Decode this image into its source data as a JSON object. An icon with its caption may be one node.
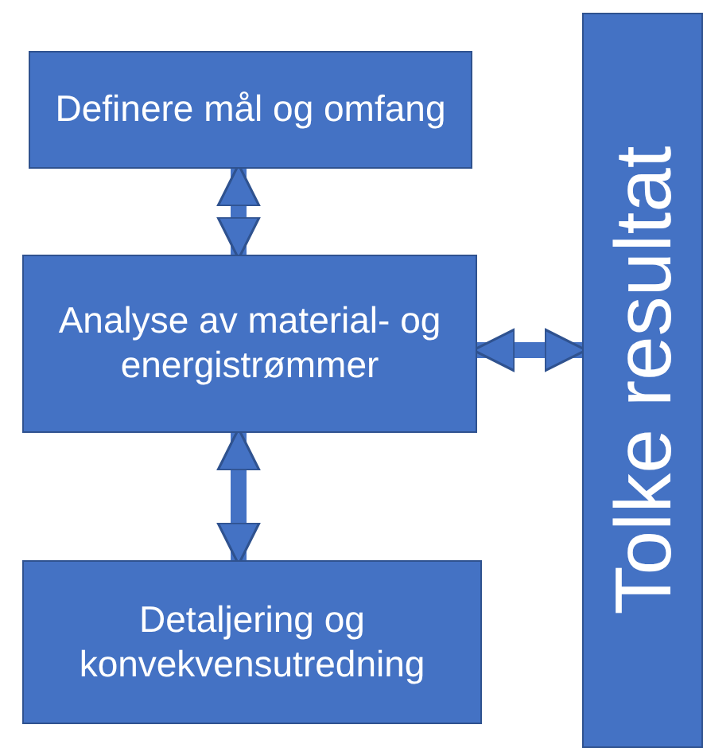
{
  "diagram": {
    "nodes": [
      {
        "text": [
          "Definere mål og omfang"
        ]
      },
      {
        "text": [
          "Analyse av material- og energistrømmer"
        ]
      },
      {
        "text": [
          "Detaljering og konvekvensutredning"
        ]
      },
      {
        "text": [
          "Tolke resultat"
        ]
      }
    ],
    "edges": [
      {
        "from": 0,
        "to": 1,
        "arrow": "both"
      },
      {
        "from": 1,
        "to": 2,
        "arrow": "both"
      },
      {
        "from": 1,
        "to": 3,
        "arrow": "both"
      }
    ]
  }
}
